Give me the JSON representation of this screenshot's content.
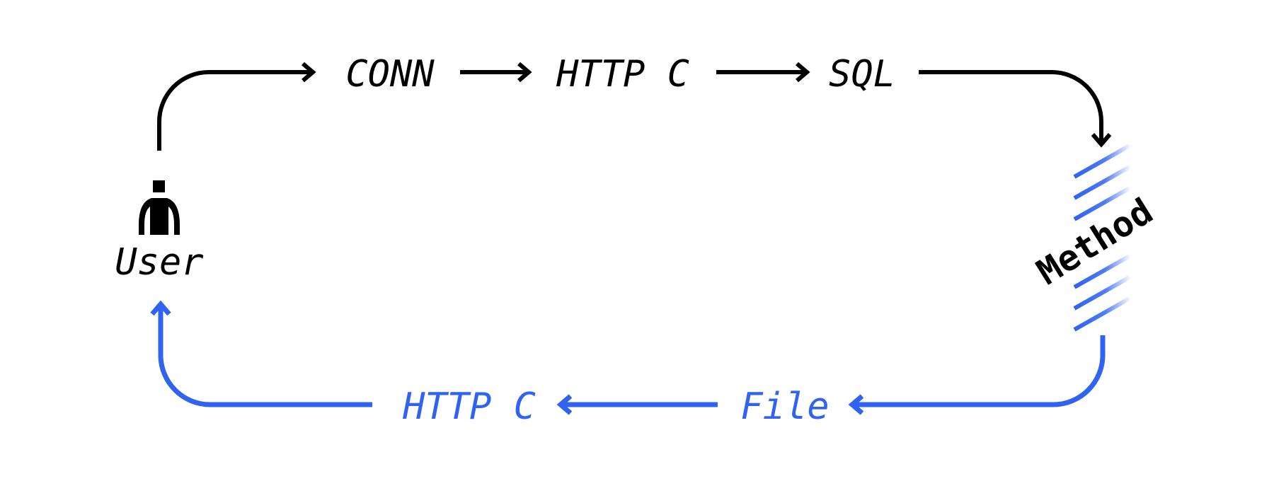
{
  "colors": {
    "request": "#000000",
    "response": "#2f63f0",
    "background": "#ffffff"
  },
  "nodes": {
    "user": {
      "label": "User",
      "icon": "user-icon"
    },
    "method": {
      "label": "Method",
      "icon": "method-hatch-icon"
    }
  },
  "request_flow": {
    "steps": [
      "CONN",
      "HTTP C",
      "SQL"
    ]
  },
  "response_flow": {
    "steps": [
      "File",
      "HTTP C"
    ]
  }
}
